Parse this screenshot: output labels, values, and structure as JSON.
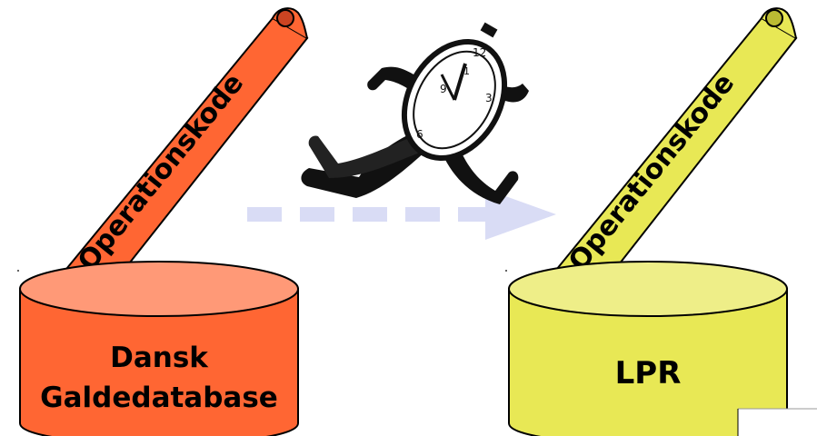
{
  "left": {
    "banner_text": "Operationskode",
    "db_line1": "Dansk",
    "db_line2": "Galdedatabase",
    "fill": "#FF6633",
    "top_fill": "#FF9977"
  },
  "right": {
    "banner_text": "Operationskode",
    "db_line1": "LPR",
    "fill": "#E8E855",
    "top_fill": "#EEEE88"
  },
  "arrow_color": "#D9DCF5",
  "clock_icon": "running-clock-icon"
}
